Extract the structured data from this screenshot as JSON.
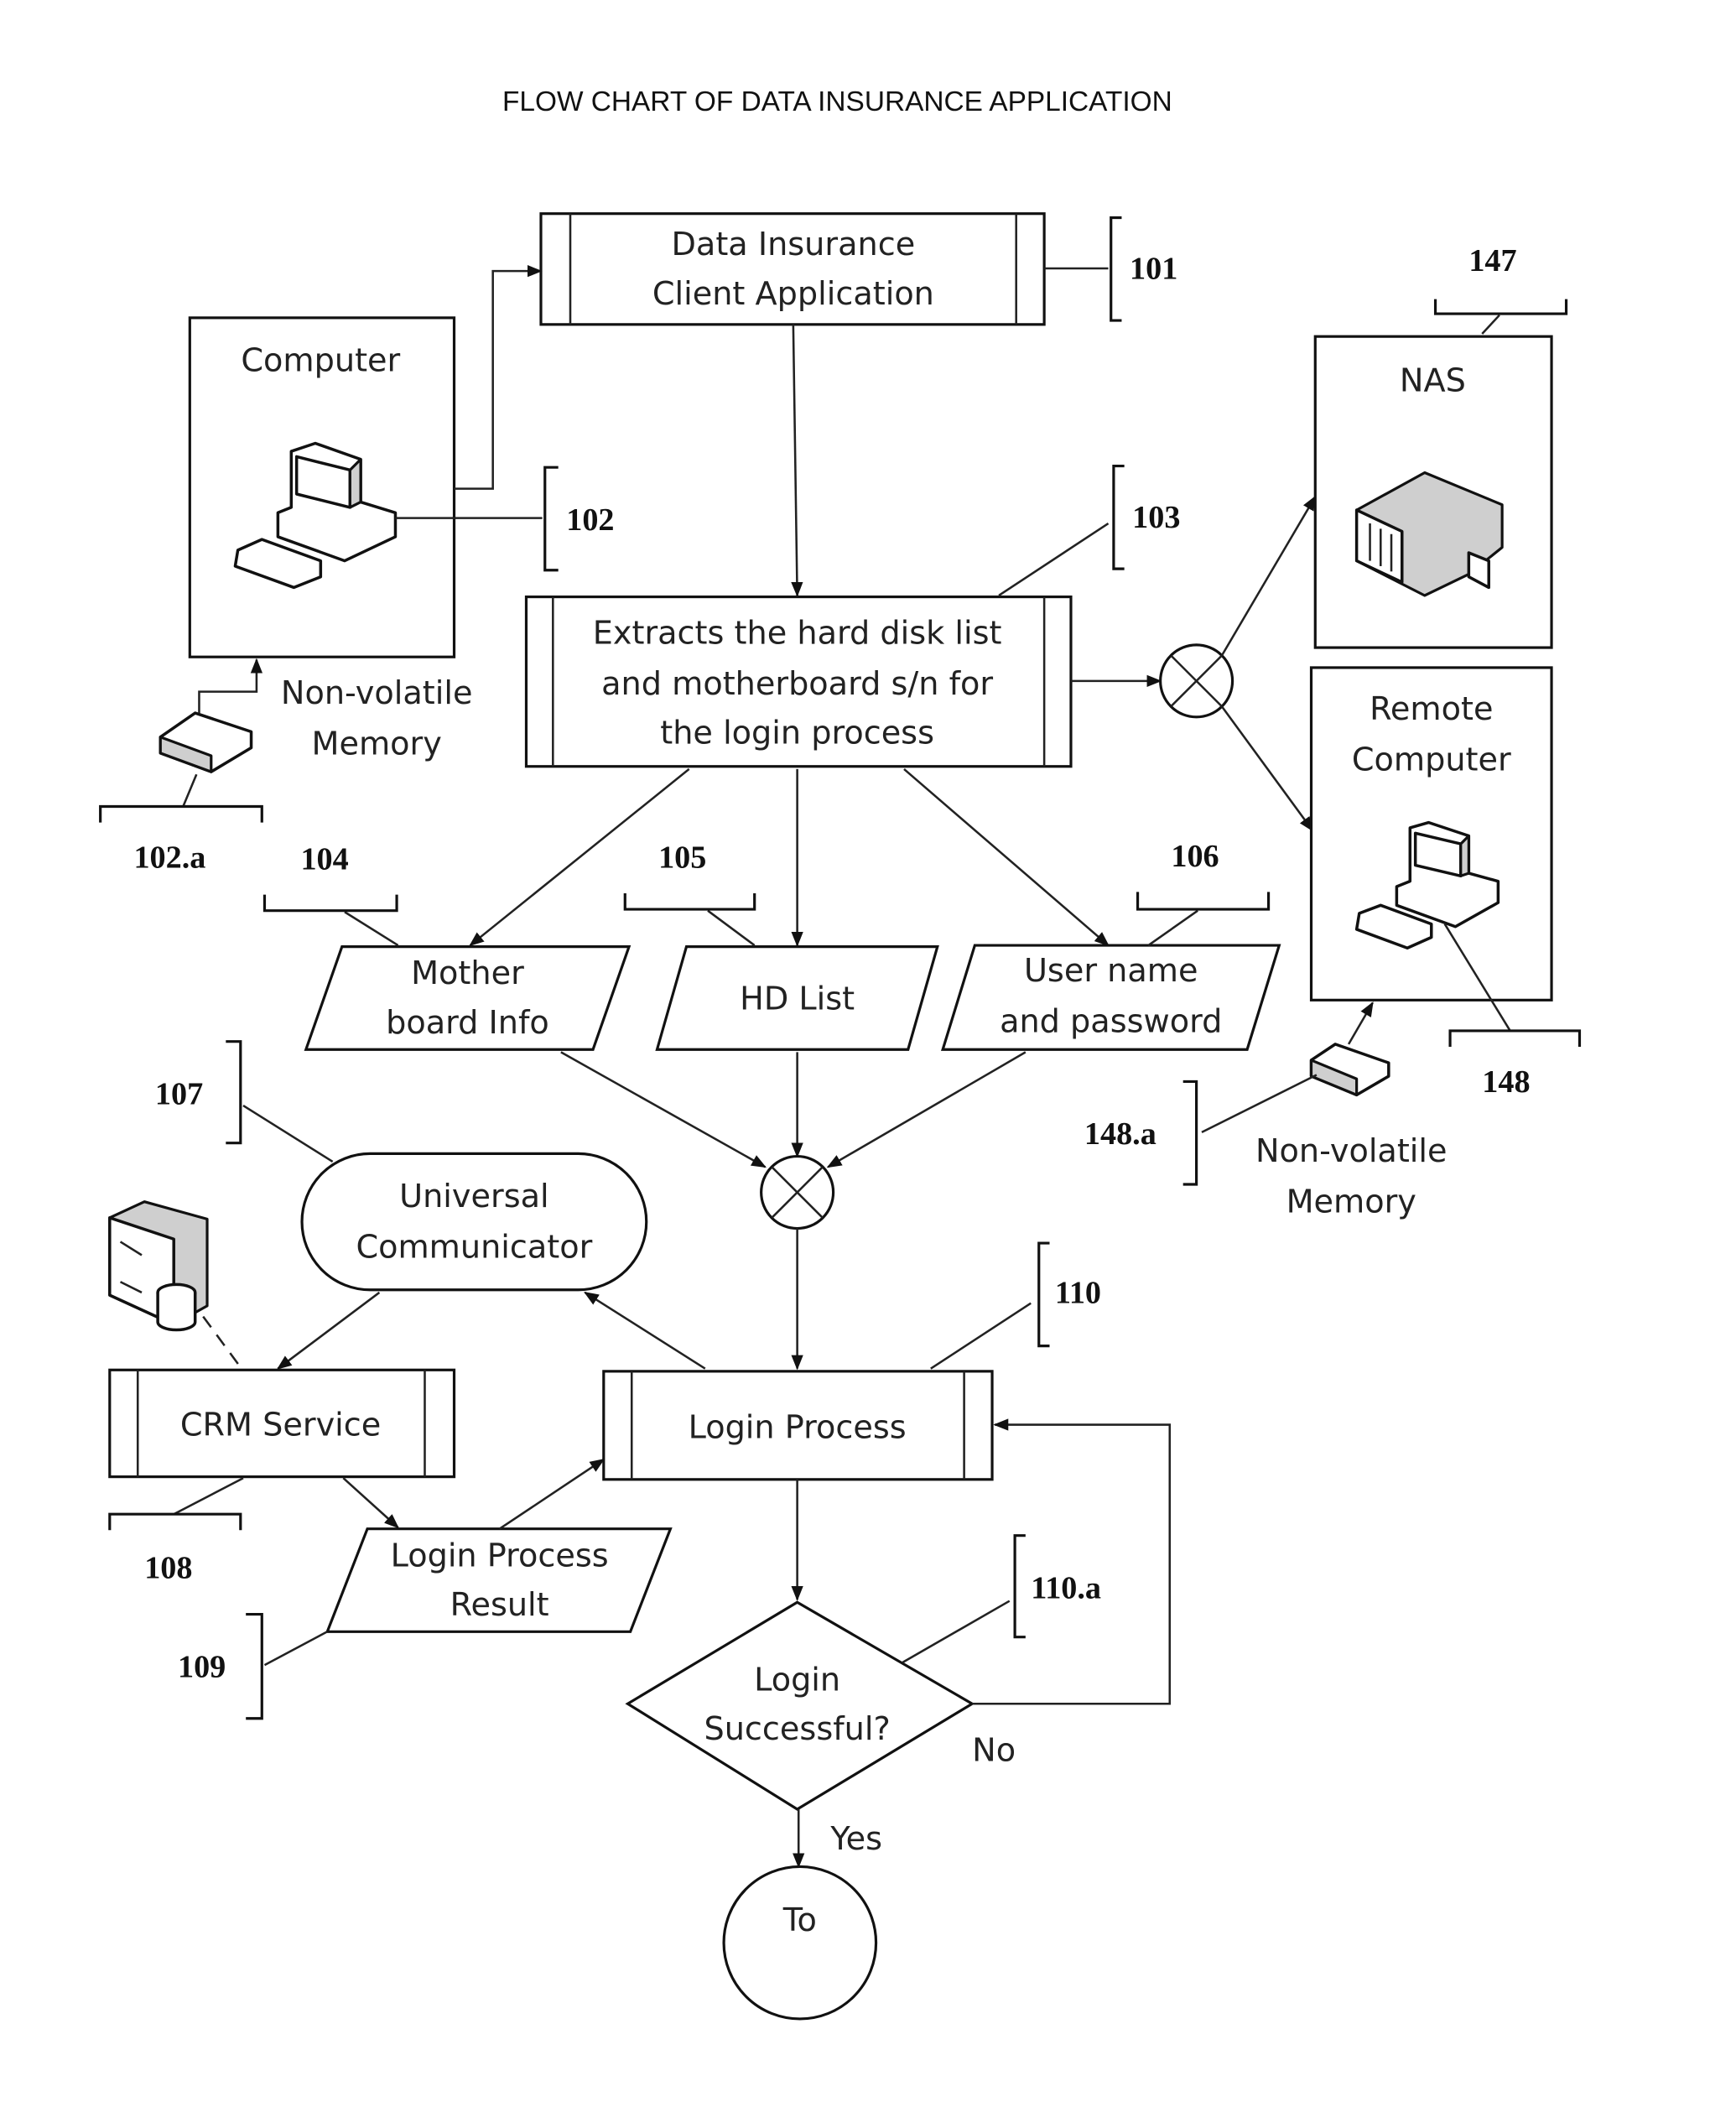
{
  "title": "FLOW CHART OF DATA INSURANCE APPLICATION",
  "nodes": {
    "client_app": {
      "line1": "Data Insurance",
      "line2": "Client Application",
      "ref": "101"
    },
    "computer": {
      "label": "Computer",
      "ref": "102"
    },
    "computer_memory": {
      "line1": "Non-volatile",
      "line2": "Memory",
      "ref": "102.a"
    },
    "extract": {
      "line1": "Extracts the hard disk list",
      "line2": "and motherboard s/n for",
      "line3": "the login process",
      "ref": "103"
    },
    "motherboard": {
      "line1": "Mother",
      "line2": "board Info",
      "ref": "104"
    },
    "hd_list": {
      "label": "HD List",
      "ref": "105"
    },
    "credentials": {
      "line1": "User name",
      "line2": "and password",
      "ref": "106"
    },
    "nas": {
      "label": "NAS",
      "ref": "147"
    },
    "remote_computer": {
      "line1": "Remote",
      "line2": "Computer",
      "ref": "148"
    },
    "remote_memory": {
      "line1": "Non-volatile",
      "line2": "Memory",
      "ref": "148.a"
    },
    "universal_communicator": {
      "line1": "Universal",
      "line2": "Communicator",
      "ref": "107"
    },
    "crm_service": {
      "label": "CRM Service",
      "ref": "108"
    },
    "login_result": {
      "line1": "Login Process",
      "line2": "Result",
      "ref": "109"
    },
    "login_process": {
      "label": "Login  Process",
      "ref": "110"
    },
    "decision": {
      "line1": "Login",
      "line2": "Successful?",
      "ref": "110.a",
      "no_label": "No",
      "yes_label": "Yes"
    },
    "connector": {
      "label": "To"
    }
  }
}
